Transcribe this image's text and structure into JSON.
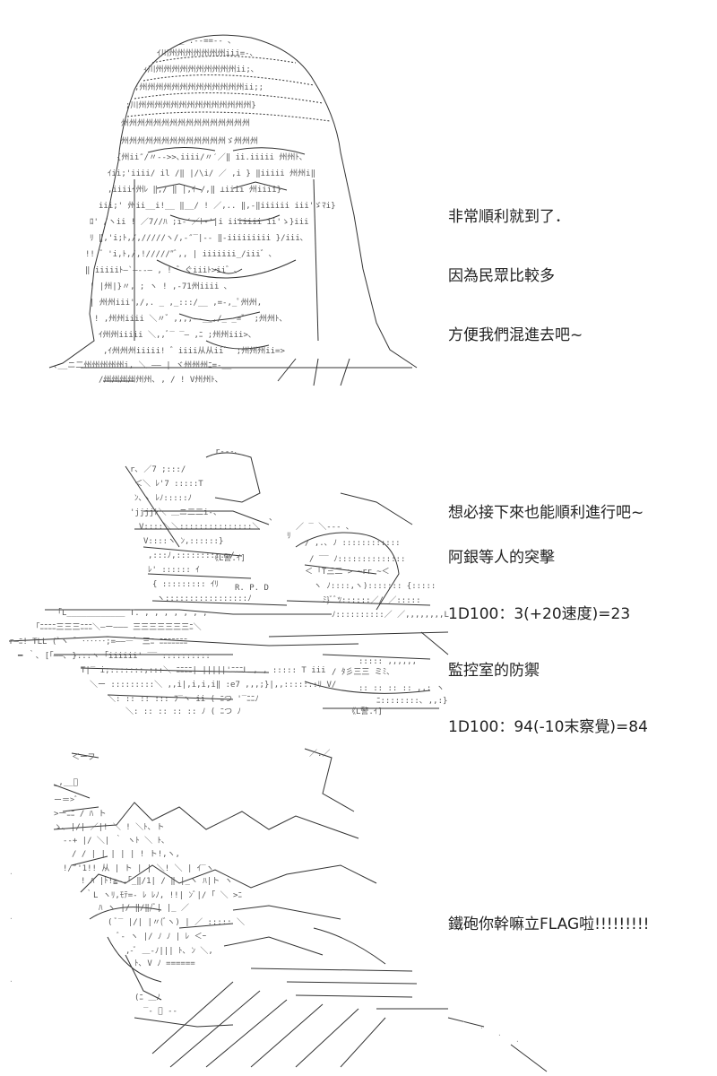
{
  "panels": [
    {
      "lines": [
        "非常順利就到了．",
        "因為民眾比較多",
        "方便我們混進去吧~",
        "想必接下來也能順利進行吧~"
      ]
    },
    {
      "lines": [
        "阿銀等人的突擊",
        "1D100：3(+20速度)=23",
        "監控室的防禦",
        "1D100：94(-10末察覺)=84"
      ],
      "art_labels": {
        "badge1": "《L警.ｲ]",
        "rpd": "R. P. D",
        "badge2": "《L警.ｲ]"
      }
    },
    {
      "lines": [
        "鐵砲你幹嘛立FLAG啦!!!!!!!!!"
      ]
    }
  ]
}
